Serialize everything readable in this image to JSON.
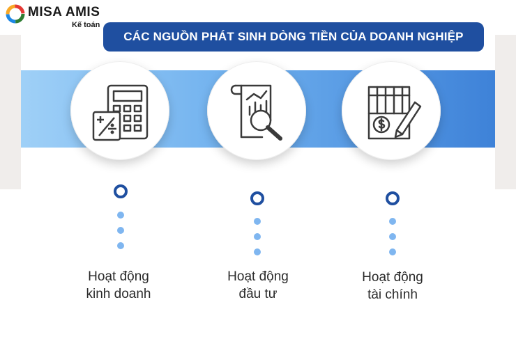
{
  "brand": {
    "name": "MISA AMIS",
    "sub": "Kế toán"
  },
  "title": "CÁC NGUỒN PHÁT SINH DÒNG TIỀN CỦA DOANH NGHIỆP",
  "items": [
    {
      "line1": "Hoạt động",
      "line2": "kinh doanh",
      "icon": "calculator-icon"
    },
    {
      "line1": "Hoạt động",
      "line2": "đầu tư",
      "icon": "document-magnifier-icon"
    },
    {
      "line1": "Hoạt động",
      "line2": "tài chính",
      "icon": "ledger-pen-icon"
    }
  ],
  "colors": {
    "primary": "#1f4fa0",
    "band_start": "#9fd0f7",
    "band_end": "#3e82d8",
    "dot": "#7fb6f0"
  }
}
